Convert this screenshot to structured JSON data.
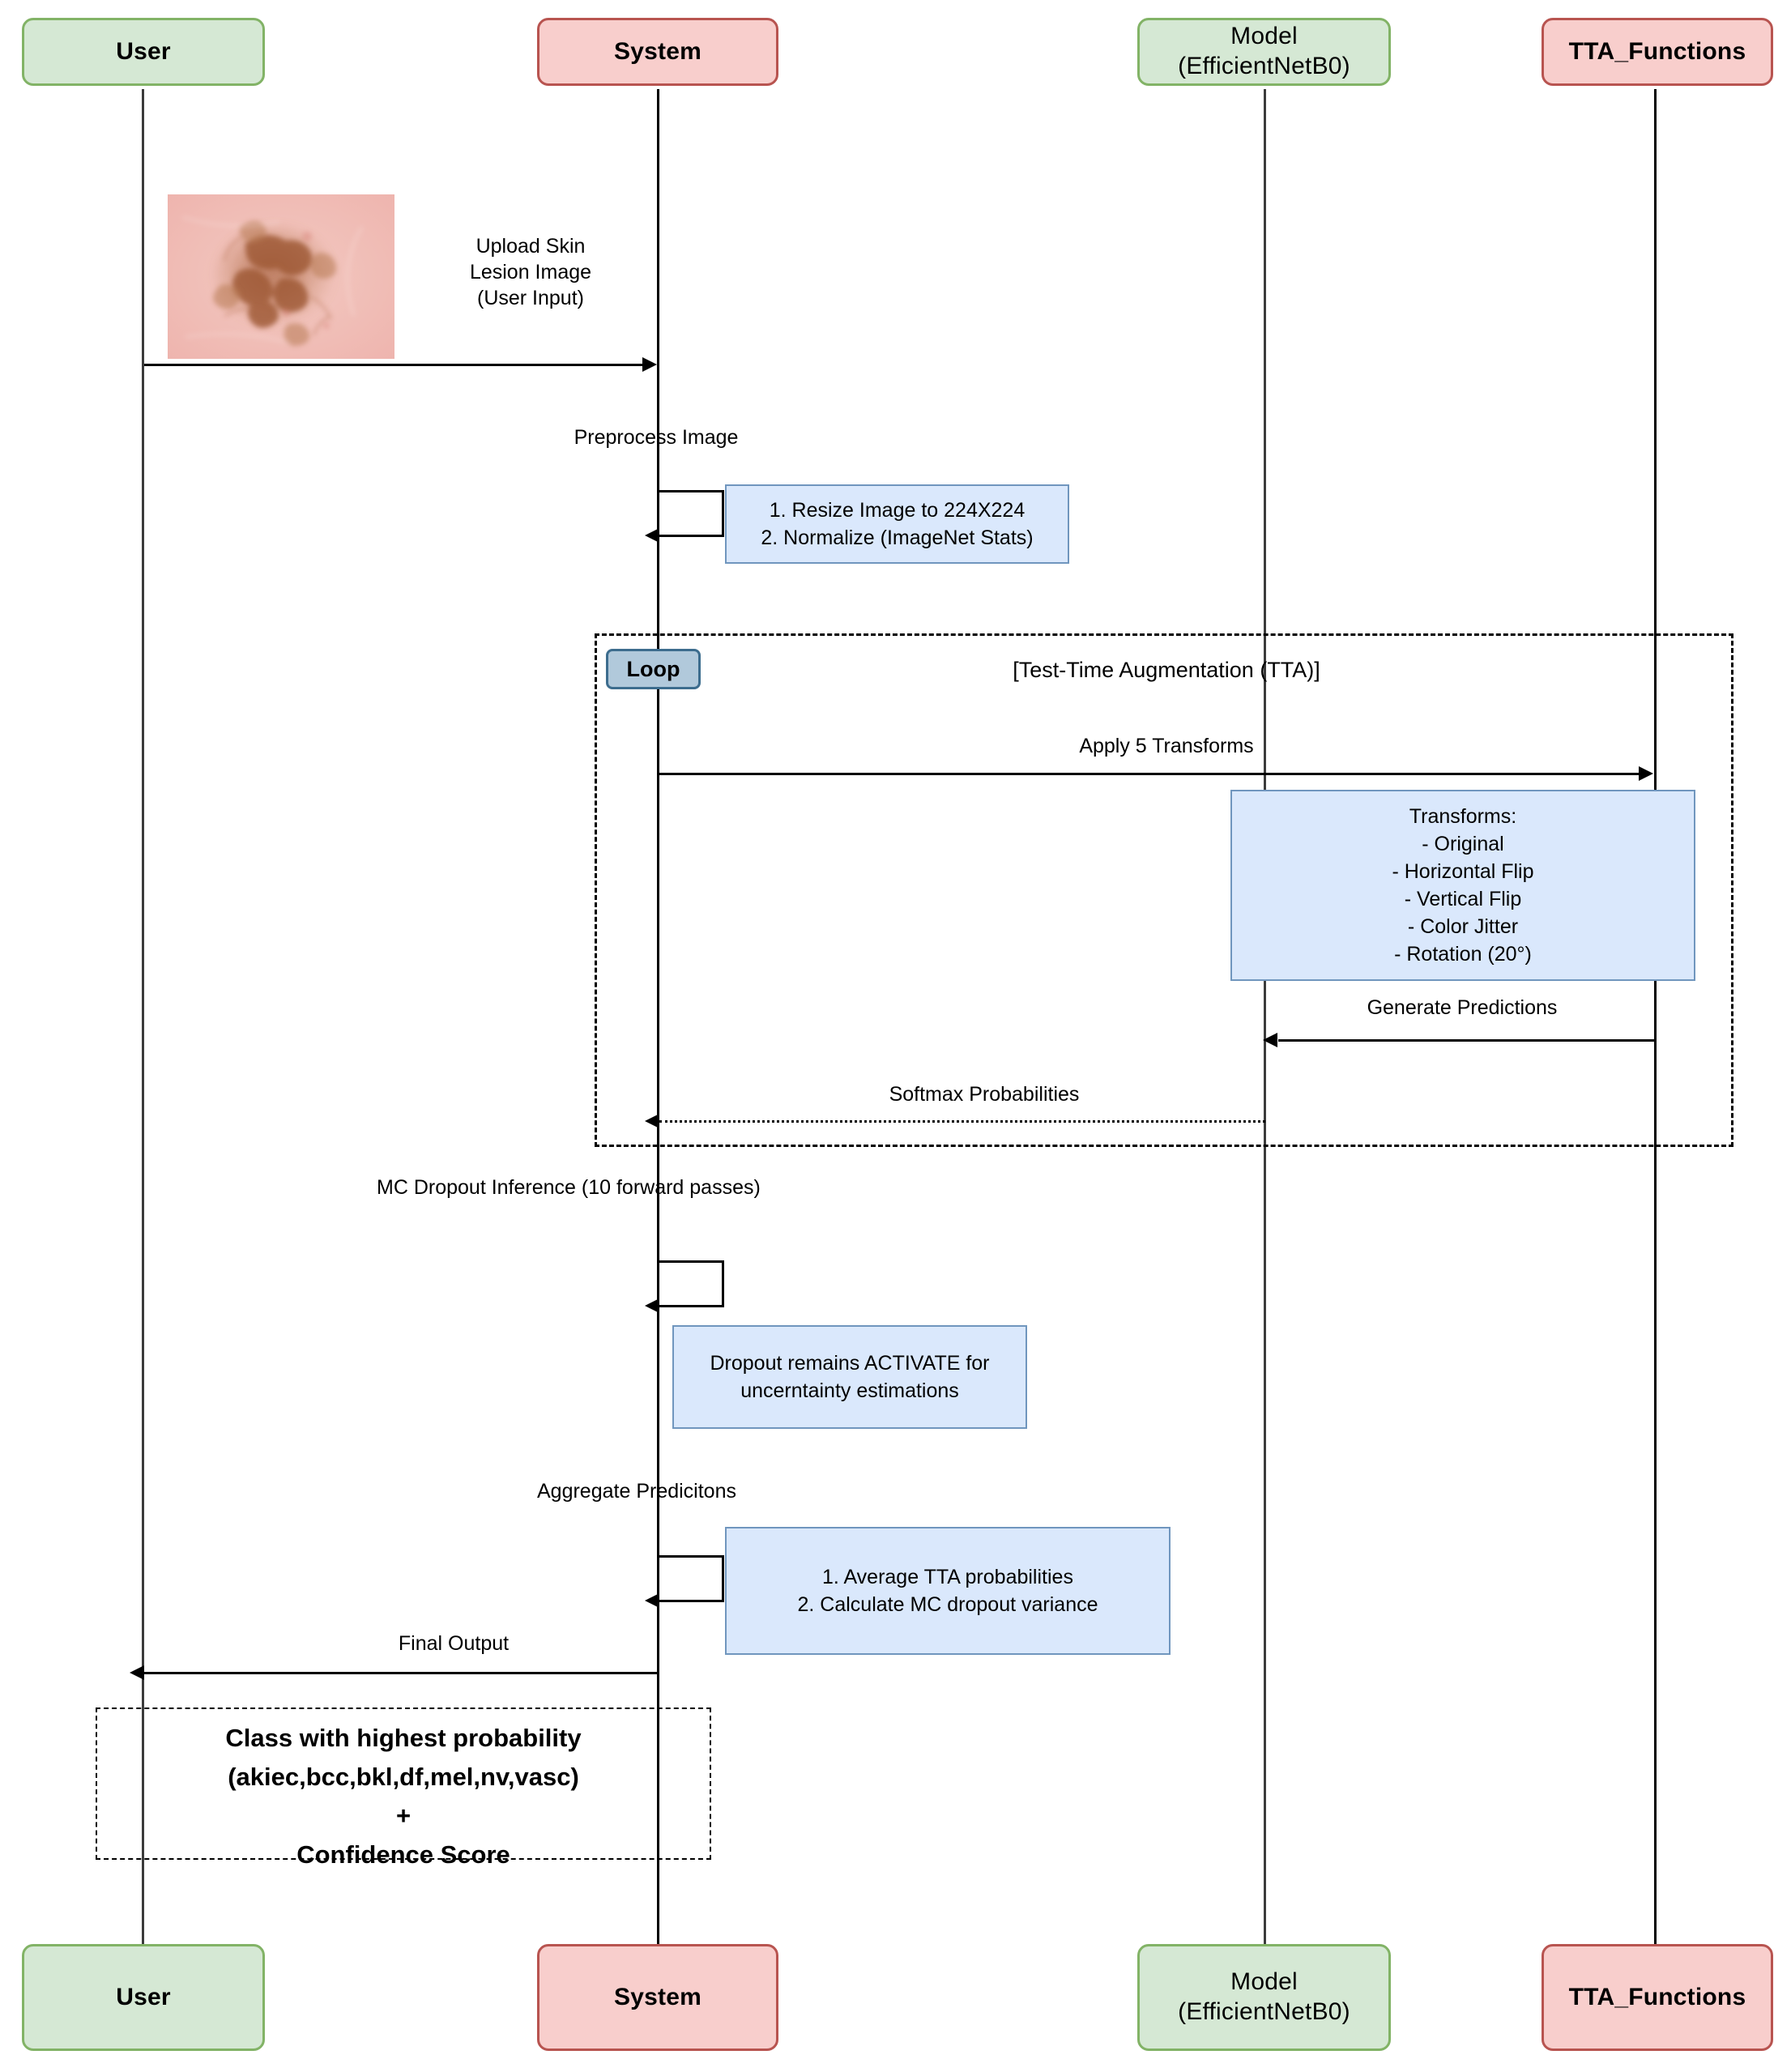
{
  "diagram": {
    "type": "uml-sequence-diagram",
    "title": "Skin Lesion Classification Inference Pipeline"
  },
  "participants": [
    {
      "id": "user",
      "label": "User",
      "style": "green",
      "bold": true
    },
    {
      "id": "system",
      "label": "System",
      "style": "red",
      "bold": true
    },
    {
      "id": "model",
      "label": "Model\n(EfficientNetB0)",
      "style": "green",
      "bold": false
    },
    {
      "id": "tta",
      "label": "TTA_Functions",
      "style": "red",
      "bold": true
    }
  ],
  "participants_footer": [
    {
      "id": "user",
      "label": "User"
    },
    {
      "id": "system",
      "label": "System"
    },
    {
      "id": "model",
      "label": "Model\n(EfficientNetB0)"
    },
    {
      "id": "tta",
      "label": "TTA_Functions"
    }
  ],
  "messages": {
    "upload": "Upload Skin\nLesion Image\n(User Input)",
    "preprocess": "Preprocess Image",
    "apply_transforms": "Apply 5 Transforms",
    "generate_predictions": "Generate Predictions",
    "softmax": "Softmax Probabilities",
    "mc_dropout": "MC Dropout Inference (10 forward passes)",
    "aggregate": "Aggregate Predicitons",
    "final_output": "Final Output"
  },
  "notes": {
    "preprocess_note": "1. Resize Image to 224X224\n2. Normalize (ImageNet Stats)",
    "transforms_note": "Transforms:\n- Original\n- Horizontal Flip\n- Vertical Flip\n- Color Jitter\n- Rotation (20°)",
    "dropout_note": "Dropout remains ACTIVATE for\nuncerntainty estimations",
    "aggregate_note": "1. Average TTA probabilities\n2. Calculate MC dropout variance"
  },
  "loop_fragment": {
    "operator": "Loop",
    "guard": "[Test-Time Augmentation (TTA)]"
  },
  "outcome_note": {
    "text": "Class with highest probability\n(akiec,bcc,bkl,df,mel,nv,vasc)\n+\nConfidence Score"
  },
  "colors": {
    "green_fill": "#d5e8d4",
    "green_stroke": "#82b366",
    "red_fill": "#f8cecc",
    "red_stroke": "#b85450",
    "note_fill": "#dae8fc",
    "note_stroke": "#7096be",
    "frame_label_fill": "#b1c9db",
    "frame_label_stroke": "#3d6d8e",
    "line": "#000000"
  },
  "image_attachment": {
    "name": "skin-lesion-thumbnail",
    "alt": "Dermoscopic skin lesion photograph"
  }
}
